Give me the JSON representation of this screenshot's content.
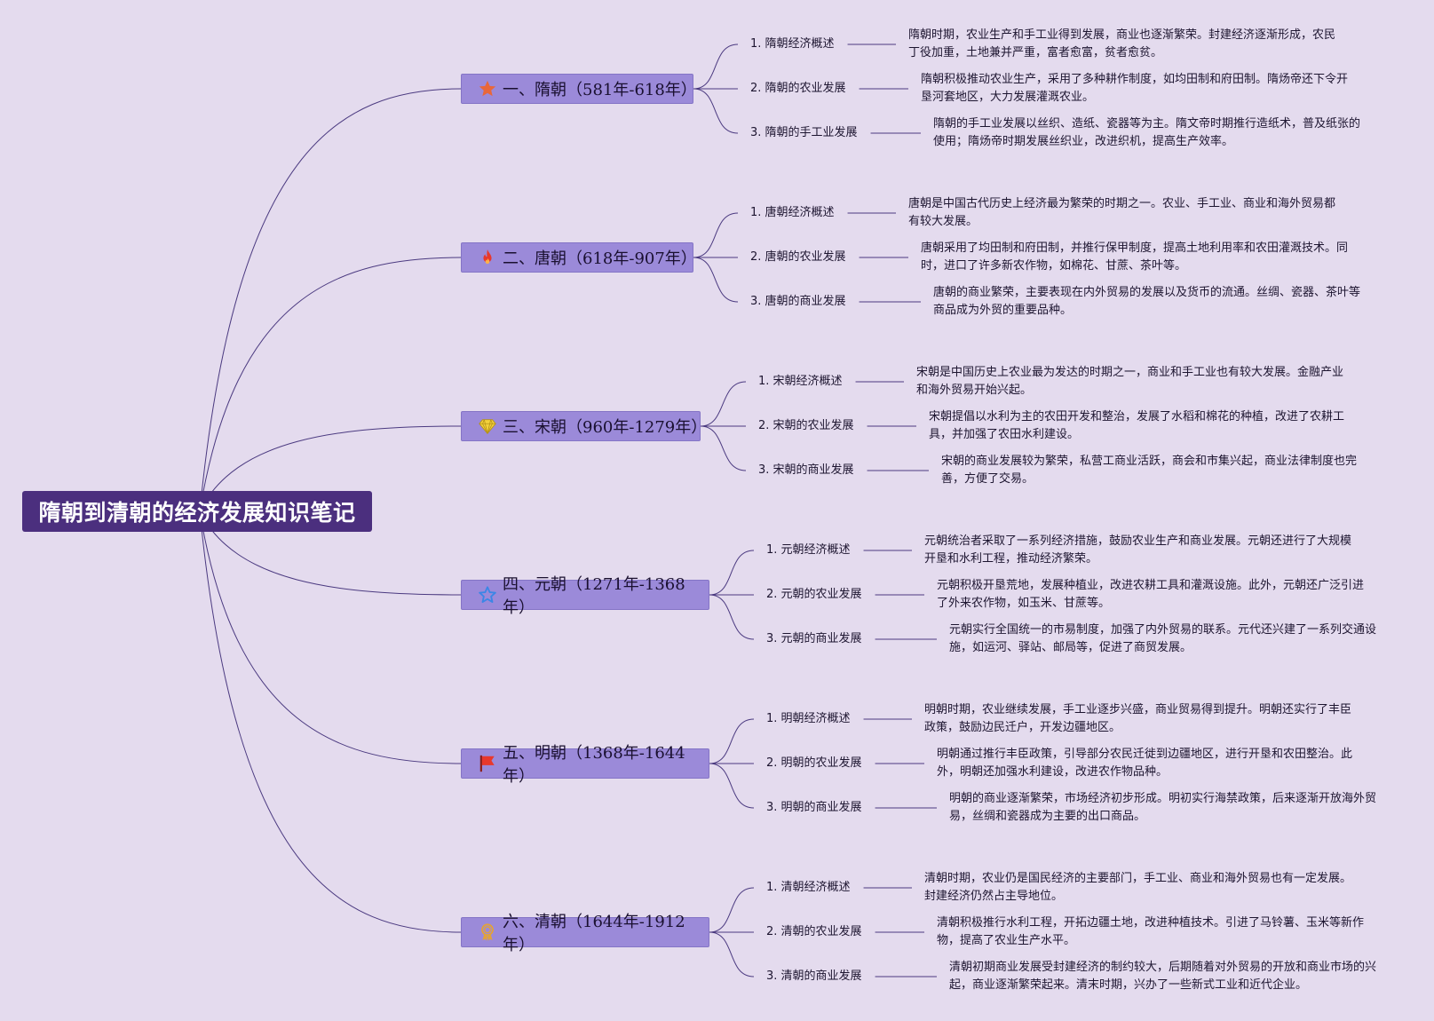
{
  "root": {
    "title": "隋朝到清朝的经济发展知识笔记"
  },
  "branches": [
    {
      "title": "一、隋朝（581年-618年）",
      "icon": "star-icon",
      "icon_color": "#e9673a",
      "children": [
        {
          "label": "1. 隋朝经济概述",
          "detail": "隋朝时期，农业生产和手工业得到发展，商业也逐渐繁荣。封建经济逐渐形成，农民丁役加重，土地兼并严重，富者愈富，贫者愈贫。"
        },
        {
          "label": "2. 隋朝的农业发展",
          "detail": "隋朝积极推动农业生产，采用了多种耕作制度，如均田制和府田制。隋炀帝还下令开垦河套地区，大力发展灌溉农业。"
        },
        {
          "label": "3. 隋朝的手工业发展",
          "detail": "隋朝的手工业发展以丝织、造纸、瓷器等为主。隋文帝时期推行造纸术，普及纸张的使用；隋炀帝时期发展丝织业，改进织机，提高生产效率。"
        }
      ]
    },
    {
      "title": "二、唐朝（618年-907年）",
      "icon": "fire-icon",
      "icon_color": "#e8382c",
      "children": [
        {
          "label": "1. 唐朝经济概述",
          "detail": "唐朝是中国古代历史上经济最为繁荣的时期之一。农业、手工业、商业和海外贸易都有较大发展。"
        },
        {
          "label": "2. 唐朝的农业发展",
          "detail": "唐朝采用了均田制和府田制，并推行保甲制度，提高土地利用率和农田灌溉技术。同时，进口了许多新农作物，如棉花、甘蔗、茶叶等。"
        },
        {
          "label": "3. 唐朝的商业发展",
          "detail": "唐朝的商业繁荣，主要表现在内外贸易的发展以及货币的流通。丝绸、瓷器、茶叶等商品成为外贸的重要品种。"
        }
      ]
    },
    {
      "title": "三、宋朝（960年-1279年）",
      "icon": "diamond-icon",
      "icon_color": "#f2d13c",
      "children": [
        {
          "label": "1. 宋朝经济概述",
          "detail": "宋朝是中国历史上农业最为发达的时期之一，商业和手工业也有较大发展。金融产业和海外贸易开始兴起。"
        },
        {
          "label": "2. 宋朝的农业发展",
          "detail": "宋朝提倡以水利为主的农田开发和整治，发展了水稻和棉花的种植，改进了农耕工具，并加强了农田水利建设。"
        },
        {
          "label": "3. 宋朝的商业发展",
          "detail": "宋朝的商业发展较为繁荣，私营工商业活跃，商会和市集兴起，商业法律制度也完善，方便了交易。"
        }
      ]
    },
    {
      "title": "四、元朝（1271年-1368年）",
      "icon": "star-outline-icon",
      "icon_color": "#3b86e6",
      "children": [
        {
          "label": "1. 元朝经济概述",
          "detail": "元朝统治者采取了一系列经济措施，鼓励农业生产和商业发展。元朝还进行了大规模开垦和水利工程，推动经济繁荣。"
        },
        {
          "label": "2. 元朝的农业发展",
          "detail": "元朝积极开垦荒地，发展种植业，改进农耕工具和灌溉设施。此外，元朝还广泛引进了外来农作物，如玉米、甘蔗等。"
        },
        {
          "label": "3. 元朝的商业发展",
          "detail": "元朝实行全国统一的市易制度，加强了内外贸易的联系。元代还兴建了一系列交通设施，如运河、驿站、邮局等，促进了商贸发展。"
        }
      ]
    },
    {
      "title": "五、明朝（1368年-1644年）",
      "icon": "flag-icon",
      "icon_color": "#e8382c",
      "children": [
        {
          "label": "1. 明朝经济概述",
          "detail": "明朝时期，农业继续发展，手工业逐步兴盛，商业贸易得到提升。明朝还实行了丰臣政策，鼓励边民迁户，开发边疆地区。"
        },
        {
          "label": "2. 明朝的农业发展",
          "detail": "明朝通过推行丰臣政策，引导部分农民迁徙到边疆地区，进行开垦和农田整治。此外，明朝还加强水利建设，改进农作物品种。"
        },
        {
          "label": "3. 明朝的商业发展",
          "detail": "明朝的商业逐渐繁荣，市场经济初步形成。明初实行海禁政策，后来逐渐开放海外贸易，丝绸和瓷器成为主要的出口商品。"
        }
      ]
    },
    {
      "title": "六、清朝（1644年-1912年）",
      "icon": "award-medal-icon",
      "icon_color": "#e2a23a",
      "children": [
        {
          "label": "1. 清朝经济概述",
          "detail": "清朝时期，农业仍是国民经济的主要部门，手工业、商业和海外贸易也有一定发展。封建经济仍然占主导地位。"
        },
        {
          "label": "2. 清朝的农业发展",
          "detail": "清朝积极推行水利工程，开拓边疆土地，改进种植技术。引进了马铃薯、玉米等新作物，提高了农业生产水平。"
        },
        {
          "label": "3. 清朝的商业发展",
          "detail": "清朝初期商业发展受封建经济的制约较大，后期随着对外贸易的开放和商业市场的兴起，商业逐渐繁荣起来。清末时期，兴办了一些新式工业和近代企业。"
        }
      ]
    }
  ]
}
